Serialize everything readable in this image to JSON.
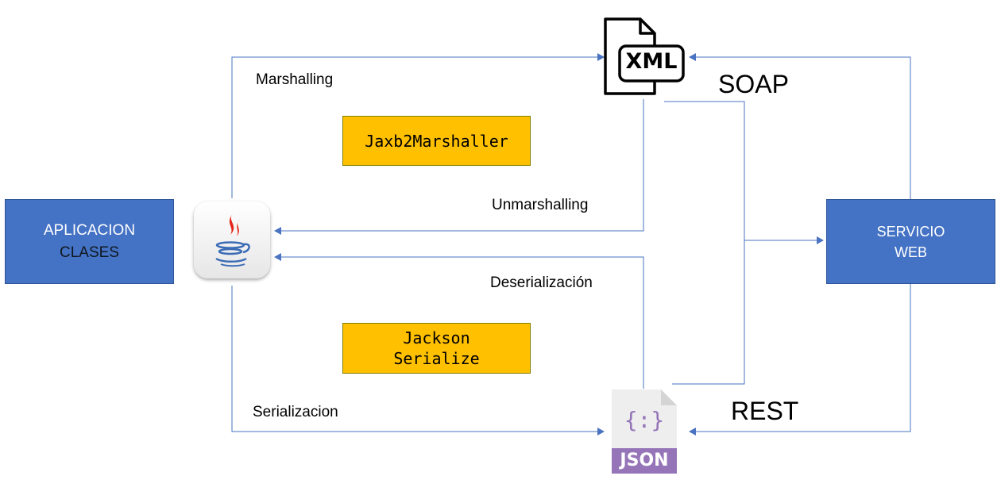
{
  "nodes": {
    "app_line1": "APLICACION",
    "app_line2": "CLASES",
    "service_line1": "SERVICIO",
    "service_line2": "WEB"
  },
  "tools": {
    "jaxb": "Jaxb2Marshaller",
    "jackson_line1": "Jackson",
    "jackson_line2": "Serialize"
  },
  "labels": {
    "marshalling": "Marshalling",
    "unmarshalling": "Unmarshalling",
    "deserializacion": "Deserialización",
    "serializacion": "Serializacion",
    "soap": "SOAP",
    "rest": "REST"
  },
  "icons": {
    "xml_text": "XML",
    "json_text": "JSON",
    "json_braces": "{:}"
  },
  "colors": {
    "box": "#4472c4",
    "tool": "#ffc000",
    "arrow": "#4a73c1",
    "json": "#9575b8"
  }
}
